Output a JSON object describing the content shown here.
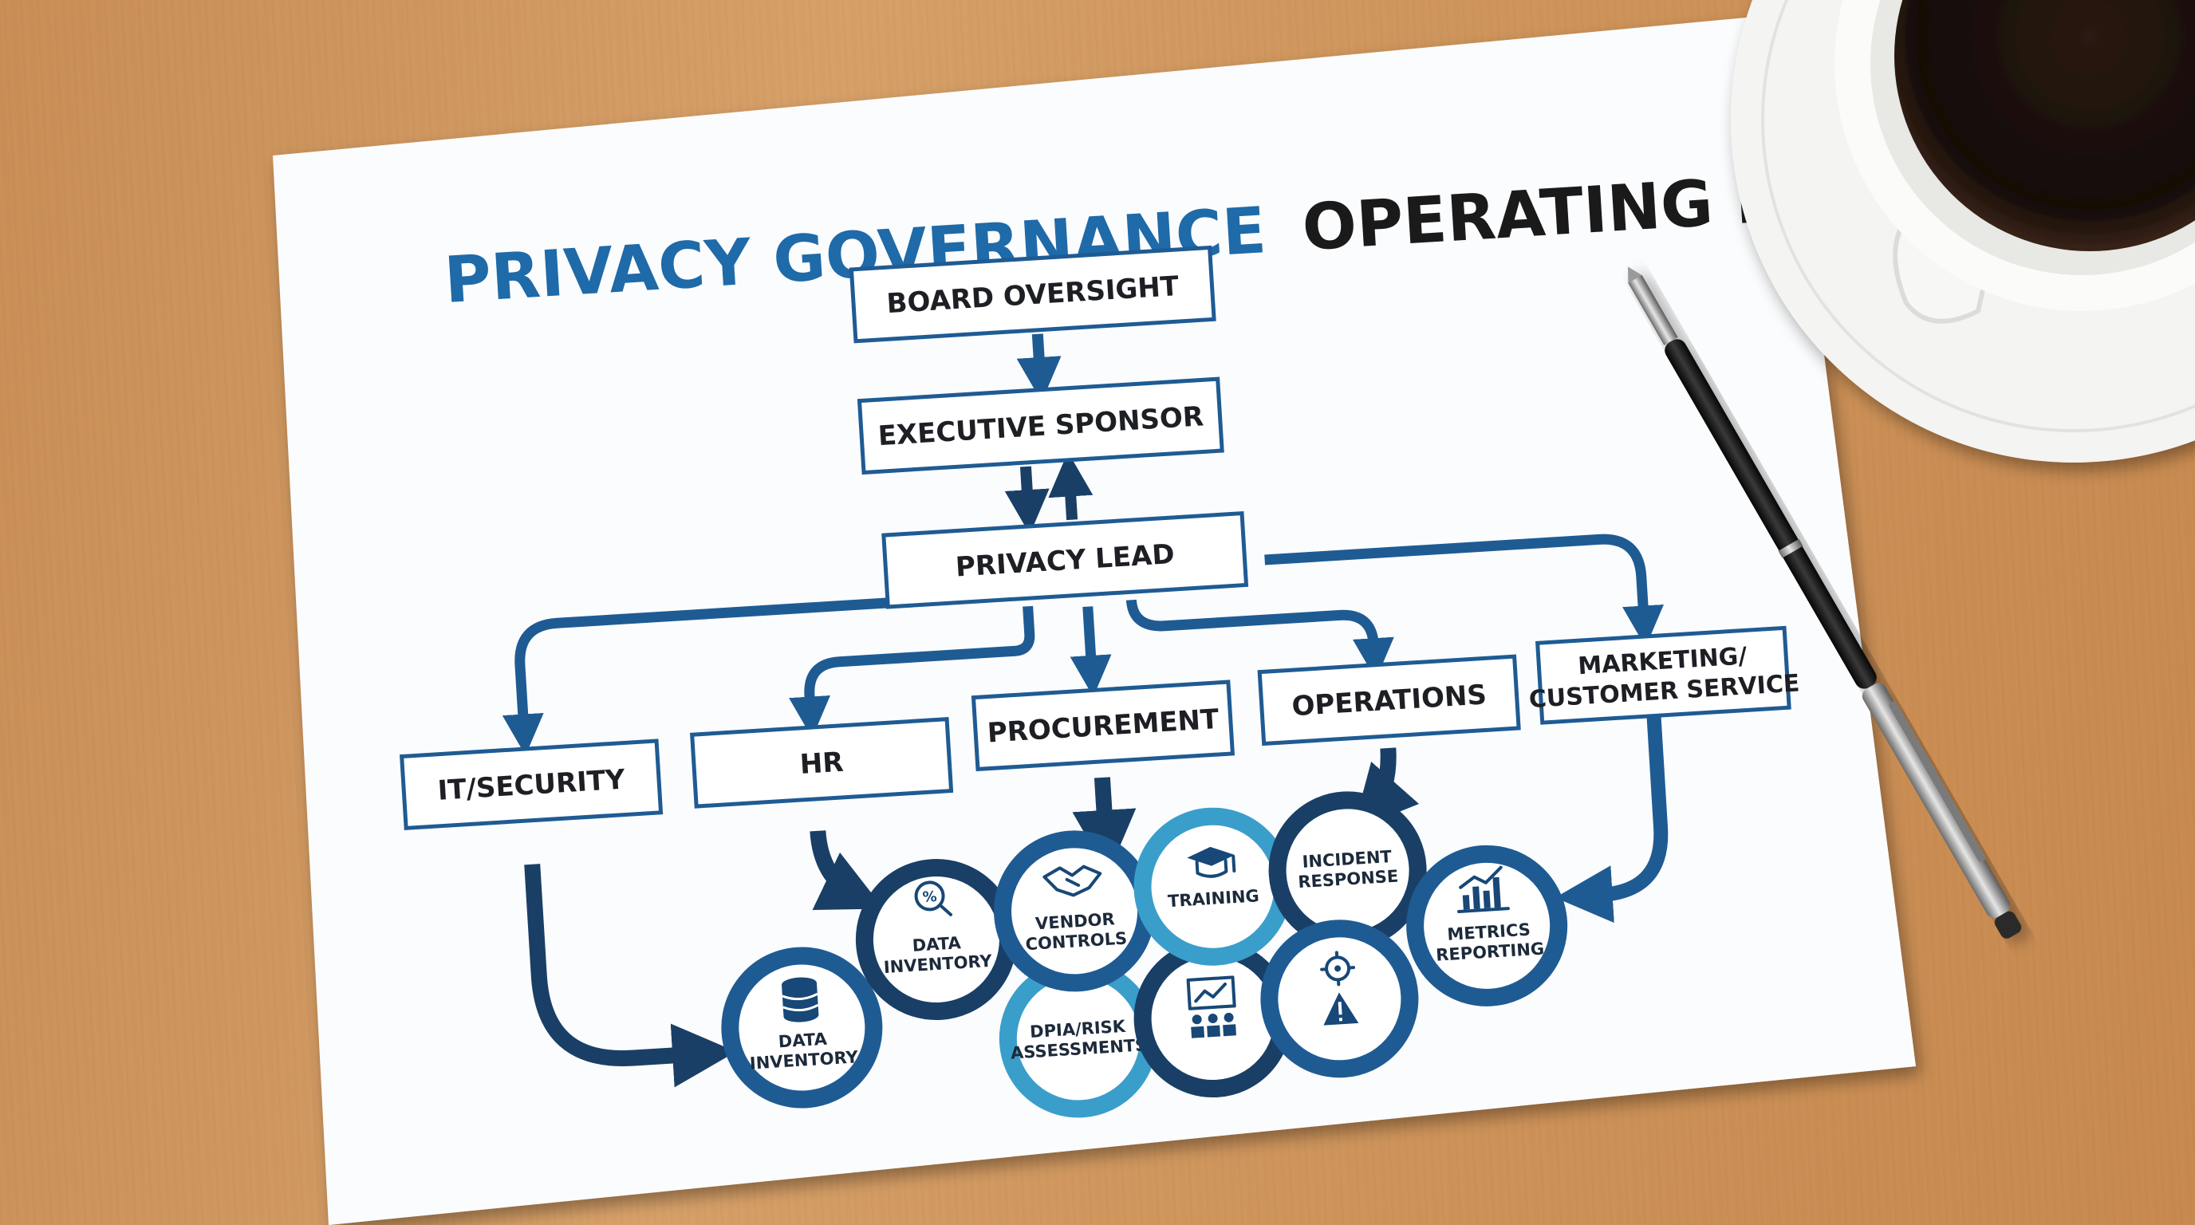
{
  "title": {
    "part1": "PRIVACY GOVERNANCE",
    "part2": "OPERATING MODEL"
  },
  "colors": {
    "dark_navy": "#1a3f66",
    "medium_blue": "#1f5b93",
    "light_blue": "#3a9ecb",
    "title_blue": "#1f6aa8",
    "title_black": "#1a1a1a"
  },
  "boxes": {
    "board": "BOARD OVERSIGHT",
    "executive": "EXECUTIVE SPONSOR",
    "privacy_lead": "PRIVACY LEAD",
    "it_security": "IT/SECURITY",
    "hr": "HR",
    "procurement": "PROCUREMENT",
    "operations": "OPERATIONS",
    "marketing_line1": "MARKETING/",
    "marketing_line2": "CUSTOMER SERVICE"
  },
  "circles": {
    "data_inventory_1": [
      "DATA",
      "INVENTORY"
    ],
    "data_inventory_2": [
      "DATA",
      "INVENTORY"
    ],
    "dpia": [
      "DPIA/RISK",
      "ASSESSMENTS"
    ],
    "vendor_controls": [
      "VENDOR",
      "CONTROLS"
    ],
    "training": [
      "TRAINING"
    ],
    "incident_response": [
      "INCIDENT",
      "RESPONSE"
    ],
    "metrics_reporting": [
      "METRICS",
      "REPORTING"
    ]
  },
  "icons": {
    "data_inventory_1": "database-icon",
    "data_inventory_2": "magnifier-percent-icon",
    "dpia": "none",
    "vendor_controls": "handshake-icon",
    "training": "graduation-cap-icon",
    "presentation": "presentation-team-icon",
    "incident": "gear-warning-icon",
    "metrics": "bar-chart-icon"
  }
}
